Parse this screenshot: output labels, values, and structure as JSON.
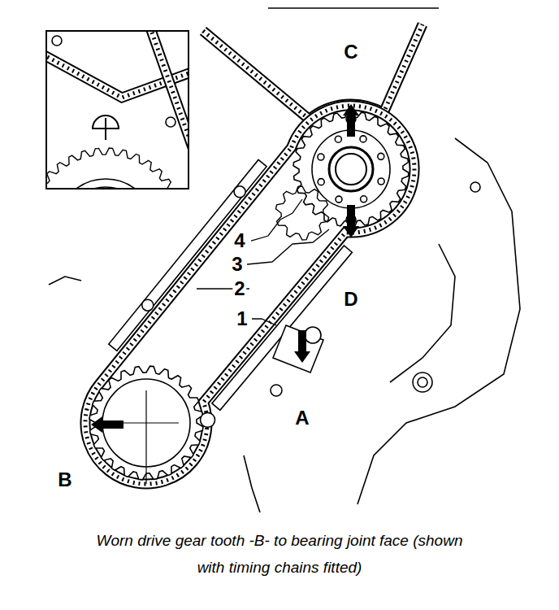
{
  "diagram": {
    "caption": "Worn drive gear tooth -B- to bearing joint face (shown with timing chains fitted)",
    "labels": [
      "C",
      "4",
      "3",
      "2",
      "1",
      "D",
      "A",
      "B"
    ]
  }
}
